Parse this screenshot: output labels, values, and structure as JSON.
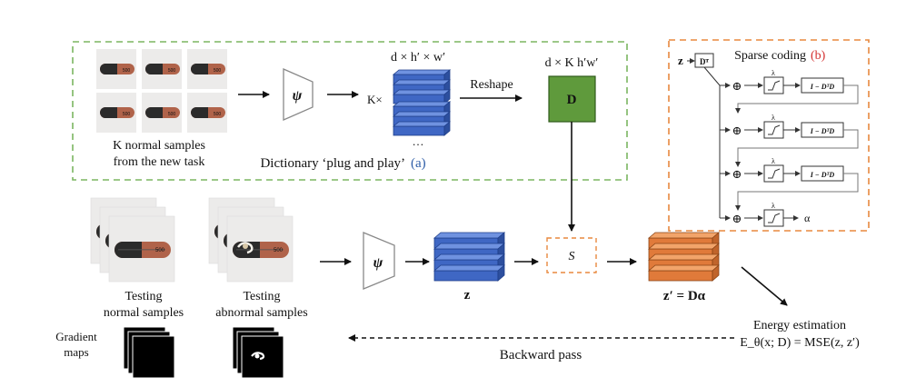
{
  "colors": {
    "green_dash": "#7bb661",
    "orange_dash": "#e8893f",
    "blue_block": "#3f67c4",
    "blue_block_light": "#6f92e0",
    "dict_green": "#5f9a3c",
    "orange_block": "#e07a3a",
    "orange_block_light": "#f2a46a",
    "label_blue": "#2f5ea8",
    "label_red": "#d32f2f",
    "capsule_dark": "#2b2b2b",
    "capsule_copper": "#b0634a"
  },
  "dictionary_panel": {
    "samples_caption_line1": "K normal samples",
    "samples_caption_line2": "from the new task",
    "psi_label": "ψ",
    "feature_dims": "d × h′ × w′",
    "k_times": "K×",
    "ellipsis": "…",
    "reshape_label": "Reshape",
    "dict_dims": "d × K h′w′",
    "dict_label": "D",
    "title": "Dictionary ‘plug and play’",
    "title_tag": "(a)"
  },
  "sparse_panel": {
    "title": "Sparse coding",
    "title_tag": "(b)",
    "input_z": "z",
    "dt_label": "Dᵀ",
    "lambda": "λ",
    "update_label": "I − DᵀD",
    "output": "α",
    "circle_plus": "⊕"
  },
  "test_row": {
    "normal_caption_line1": "Testing",
    "normal_caption_line2": "normal samples",
    "abnormal_caption_line1": "Testing",
    "abnormal_caption_line2": "abnormal samples",
    "psi_label": "ψ",
    "z_label": "z",
    "s_label": "S",
    "zprime_label": "z′ = Dα",
    "capsule_text": "500"
  },
  "bottom": {
    "gradient_line1": "Gradient",
    "gradient_line2": "maps",
    "backward_label": "Backward pass",
    "energy_line1": "Energy estimation",
    "energy_line2": "E_θ(x; D) = MSE(z, z′)"
  }
}
